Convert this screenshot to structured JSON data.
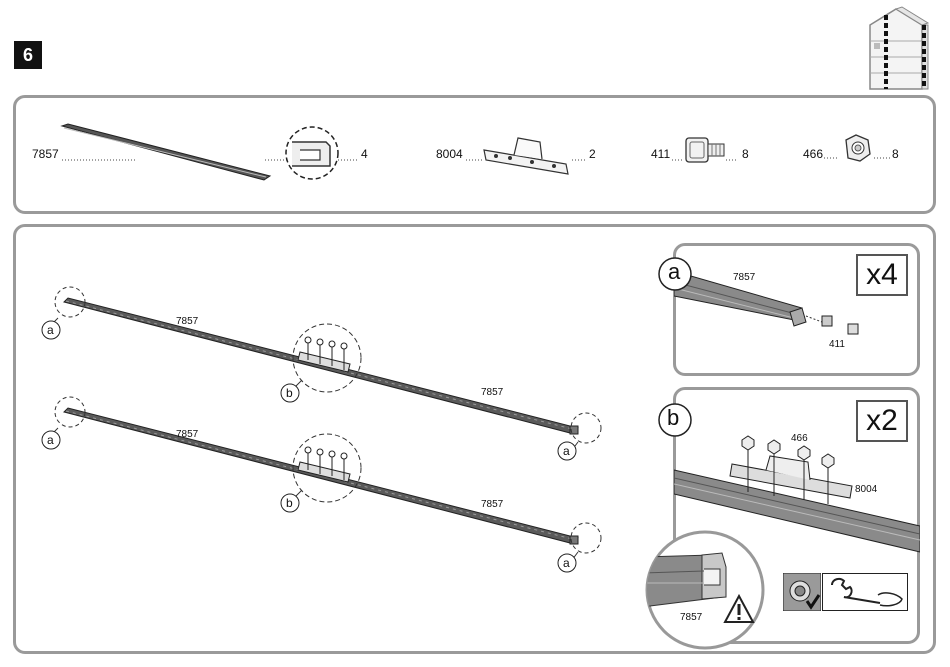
{
  "step": {
    "number": "6"
  },
  "parts": {
    "rail": {
      "code": "7857",
      "qty": "4"
    },
    "plate": {
      "code": "8004",
      "qty": "2"
    },
    "bolt": {
      "code": "411",
      "qty": "8"
    },
    "nut": {
      "code": "466",
      "qty": "8"
    }
  },
  "main": {
    "rail_upper_left": "7857",
    "rail_upper_right": "7857",
    "rail_lower_left": "7857",
    "rail_lower_right": "7857",
    "callouts": [
      "a",
      "b",
      "a",
      "a",
      "b",
      "a"
    ]
  },
  "detail_a": {
    "letter": "a",
    "multiplier": "x4",
    "rail_code": "7857",
    "bolt_code": "411"
  },
  "detail_b": {
    "letter": "b",
    "multiplier": "x2",
    "nut_code": "466",
    "plate_code": "8004",
    "inset_rail_code": "7857"
  },
  "icons": [
    "house-thumbnail-icon",
    "wrench-hand-icon",
    "nut-check-icon",
    "warning-icon"
  ]
}
